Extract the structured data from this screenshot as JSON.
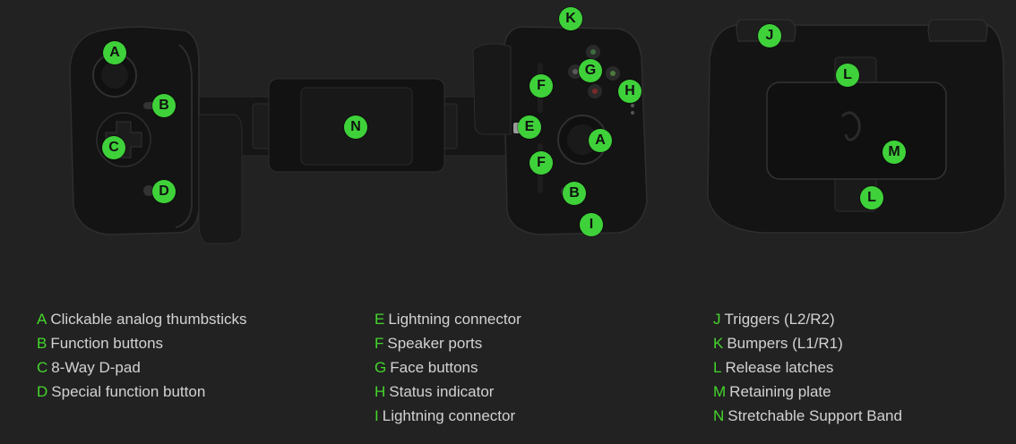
{
  "colors": {
    "background": "#222222",
    "accent": "#44d62c",
    "callout_fill": "#3fd13a",
    "legend_text": "#d2d2d2",
    "device_body": "#141414"
  },
  "callouts": {
    "left_a": "A",
    "left_b": "B",
    "left_c": "C",
    "left_d": "D",
    "k": "K",
    "g": "G",
    "f_top": "F",
    "h": "H",
    "e": "E",
    "right_a": "A",
    "f_bottom": "F",
    "right_b": "B",
    "i": "I",
    "n": "N",
    "j": "J",
    "l_top": "L",
    "m": "M",
    "l_bottom": "L"
  },
  "legend": {
    "col1": [
      {
        "letter": "A",
        "text": "Clickable analog thumbsticks"
      },
      {
        "letter": "B",
        "text": "Function buttons"
      },
      {
        "letter": "C",
        "text": "8-Way D-pad"
      },
      {
        "letter": "D",
        "text": "Special function button"
      }
    ],
    "col2": [
      {
        "letter": "E",
        "text": "Lightning connector"
      },
      {
        "letter": "F",
        "text": "Speaker ports"
      },
      {
        "letter": "G",
        "text": "Face buttons"
      },
      {
        "letter": "H",
        "text": "Status indicator"
      },
      {
        "letter": "I",
        "text": "Lightning connector"
      }
    ],
    "col3": [
      {
        "letter": "J",
        "text": "Triggers (L2/R2)"
      },
      {
        "letter": "K",
        "text": "Bumpers (L1/R1)"
      },
      {
        "letter": "L",
        "text": "Release latches"
      },
      {
        "letter": "M",
        "text": "Retaining plate"
      },
      {
        "letter": "N",
        "text": "Stretchable Support Band"
      }
    ]
  }
}
